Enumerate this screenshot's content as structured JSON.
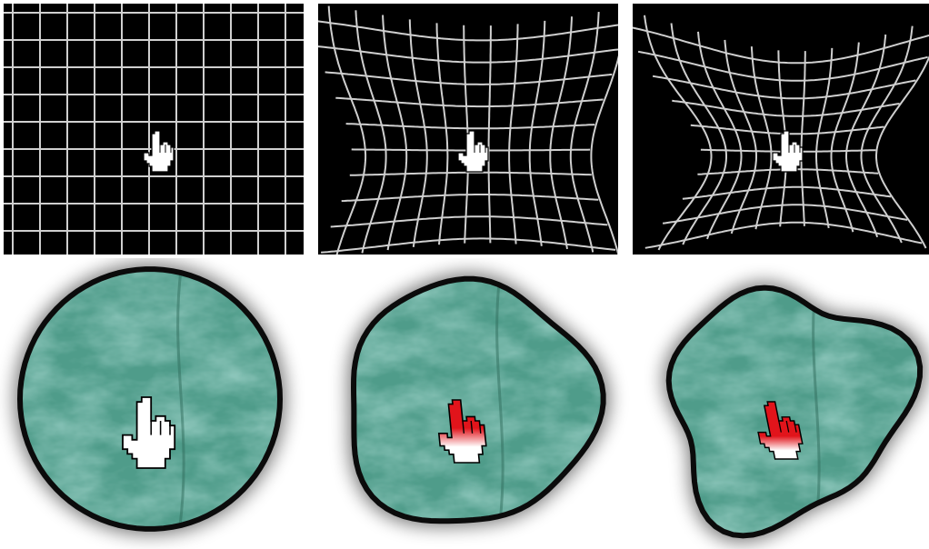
{
  "figure": {
    "rows": [
      {
        "name": "grid-deformation",
        "panels": [
          {
            "id": "grid-1",
            "pinch_strength": 0.0,
            "cursor": "hand-pointer"
          },
          {
            "id": "grid-2",
            "pinch_strength": 0.55,
            "cursor": "hand-pointer"
          },
          {
            "id": "grid-3",
            "pinch_strength": 1.0,
            "cursor": "hand-pointer"
          }
        ]
      },
      {
        "name": "surface-deformation",
        "panels": [
          {
            "id": "blob-1",
            "deformation": 0.0,
            "cursor_pressure_fill": 0.0,
            "cursor_style": "upright"
          },
          {
            "id": "blob-2",
            "deformation": 0.45,
            "cursor_pressure_fill": 0.5,
            "cursor_style": "bent"
          },
          {
            "id": "blob-3",
            "deformation": 1.0,
            "cursor_pressure_fill": 0.65,
            "cursor_style": "flattened"
          }
        ]
      }
    ],
    "colors": {
      "grid_background": "#000000",
      "grid_lines": "#cfcfcf",
      "surface_fill": "#4f9c8a",
      "surface_dark": "#2f6b5c",
      "surface_light": "#7fc1ae",
      "outline": "#0b0b0b",
      "pressure_red": "#e1141b",
      "cursor_white": "#ffffff"
    },
    "icons": [
      "hand-pointer-icon"
    ]
  }
}
